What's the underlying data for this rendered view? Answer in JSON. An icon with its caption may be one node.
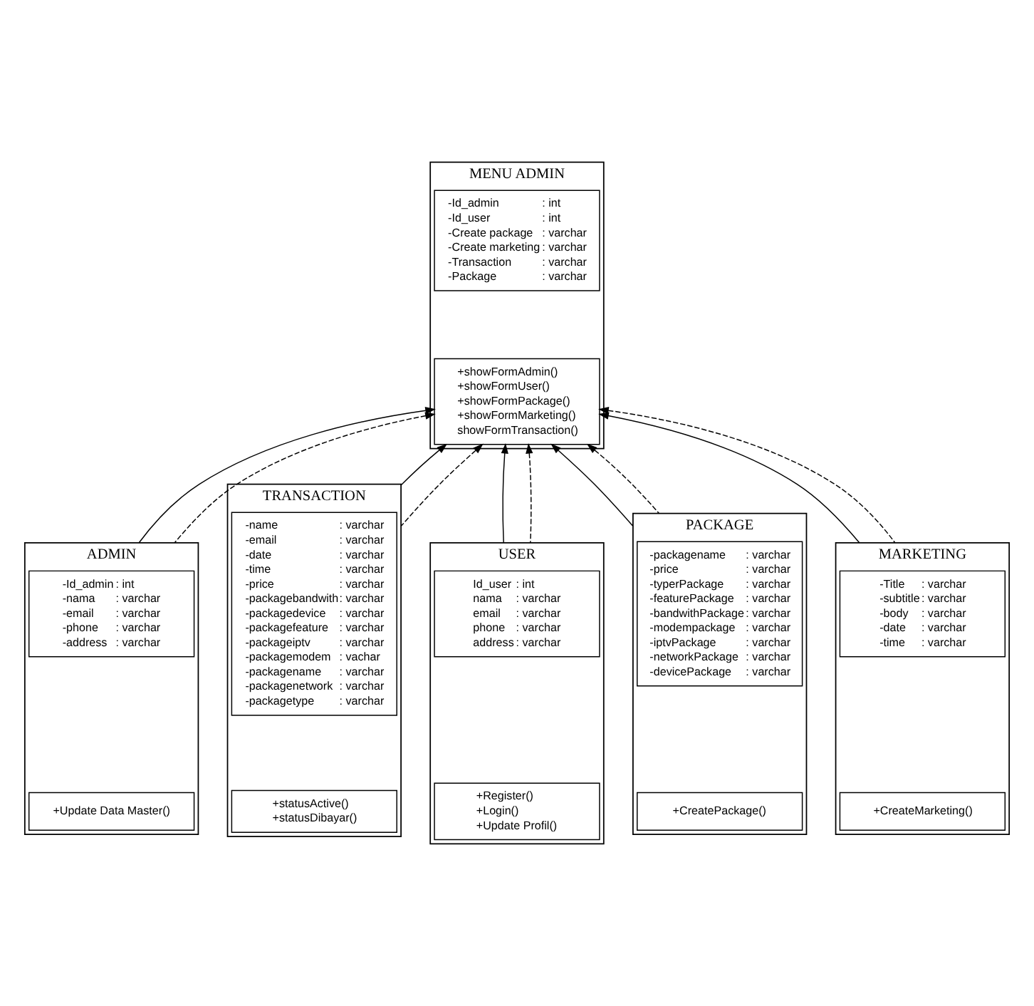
{
  "diagram": {
    "nodes": [
      {
        "text": [
          "MENU ADMIN"
        ]
      },
      {
        "text": [
          "-Id_admin",
          ": int",
          "-Id_user",
          ": int",
          "-Create package",
          ": varchar",
          "-Create marketing",
          ": varchar",
          "-Transaction",
          ": varchar",
          "-Package",
          ": varchar"
        ],
        "in": 0
      },
      {
        "text": [
          "+showFormAdmin()",
          "+showFormUser()",
          "+showFormPackage()",
          "+showFormMarketing()",
          "showFormTransaction()"
        ],
        "in": 0
      },
      {
        "text": [
          "ADMIN"
        ]
      },
      {
        "text": [
          "-Id_admin",
          ": int",
          "-nama",
          ": varchar",
          "-email",
          ": varchar",
          "-phone",
          ": varchar",
          "-address",
          ": varchar"
        ],
        "in": 3
      },
      {
        "text": [
          "+Update Data Master()"
        ],
        "in": 3
      },
      {
        "text": [
          "TRANSACTION"
        ]
      },
      {
        "text": [
          "-name",
          ": varchar",
          "-email",
          ": varchar",
          "-date",
          ": varchar",
          "-time",
          ": varchar",
          "-price",
          ": varchar",
          "-packagebandwith",
          ": varchar",
          "-packagedevice",
          ": varchar",
          "-packagefeature",
          ": varchar",
          "-packageiptv",
          ": varchar",
          "-packagemodem",
          ": vachar",
          "-packagename",
          ": varchar",
          "-packagenetwork",
          ": varchar",
          "-packagetype",
          ": varchar"
        ],
        "in": 6
      },
      {
        "text": [
          "+statusActive()",
          "+statusDibayar()"
        ],
        "in": 6
      },
      {
        "text": [
          "USER"
        ]
      },
      {
        "text": [
          "Id_user",
          ": int",
          "nama",
          ": varchar",
          "email",
          ": varchar",
          "phone",
          ": varchar",
          "address",
          ": varchar"
        ],
        "in": 9
      },
      {
        "text": [
          "+Register()",
          "+Login()",
          "+Update Profil()"
        ],
        "in": 9
      },
      {
        "text": [
          "PACKAGE"
        ]
      },
      {
        "text": [
          "-packagename",
          ": varchar",
          "-price",
          ": varchar",
          "-typerPackage",
          ": varchar",
          "-featurePackage",
          ": varchar",
          "-bandwithPackage",
          ": varchar",
          "-modempackage",
          ": varchar",
          "-iptvPackage",
          ": varchar",
          "-networkPackage",
          ": varchar",
          "-devicePackage",
          ": varchar"
        ],
        "in": 12
      },
      {
        "text": [
          "+CreatePackage()"
        ],
        "in": 12
      },
      {
        "text": [
          "MARKETING"
        ]
      },
      {
        "text": [
          "-Title",
          ": varchar",
          "-subtitle",
          ": varchar",
          "-body",
          ": varchar",
          "-date",
          ": varchar",
          "-time",
          ": varchar"
        ],
        "in": 15
      },
      {
        "text": [
          "+CreateMarketing()"
        ],
        "in": 15
      }
    ],
    "edges": [
      {
        "from": 4,
        "to": 2,
        "arrow": "to"
      },
      {
        "from": 4,
        "to": 2,
        "arrow": "to",
        "style": "dashed"
      },
      {
        "from": 7,
        "to": 2,
        "arrow": "to"
      },
      {
        "from": 7,
        "to": 2,
        "arrow": "to",
        "style": "dashed"
      },
      {
        "from": 10,
        "to": 2,
        "arrow": "to"
      },
      {
        "from": 10,
        "to": 2,
        "arrow": "to",
        "style": "dashed"
      },
      {
        "from": 12,
        "to": 2,
        "arrow": "to"
      },
      {
        "from": 12,
        "to": 2,
        "arrow": "to",
        "style": "dashed"
      },
      {
        "from": 15,
        "to": 2,
        "arrow": "to"
      },
      {
        "from": 15,
        "to": 2,
        "arrow": "to",
        "style": "dashed"
      }
    ]
  }
}
